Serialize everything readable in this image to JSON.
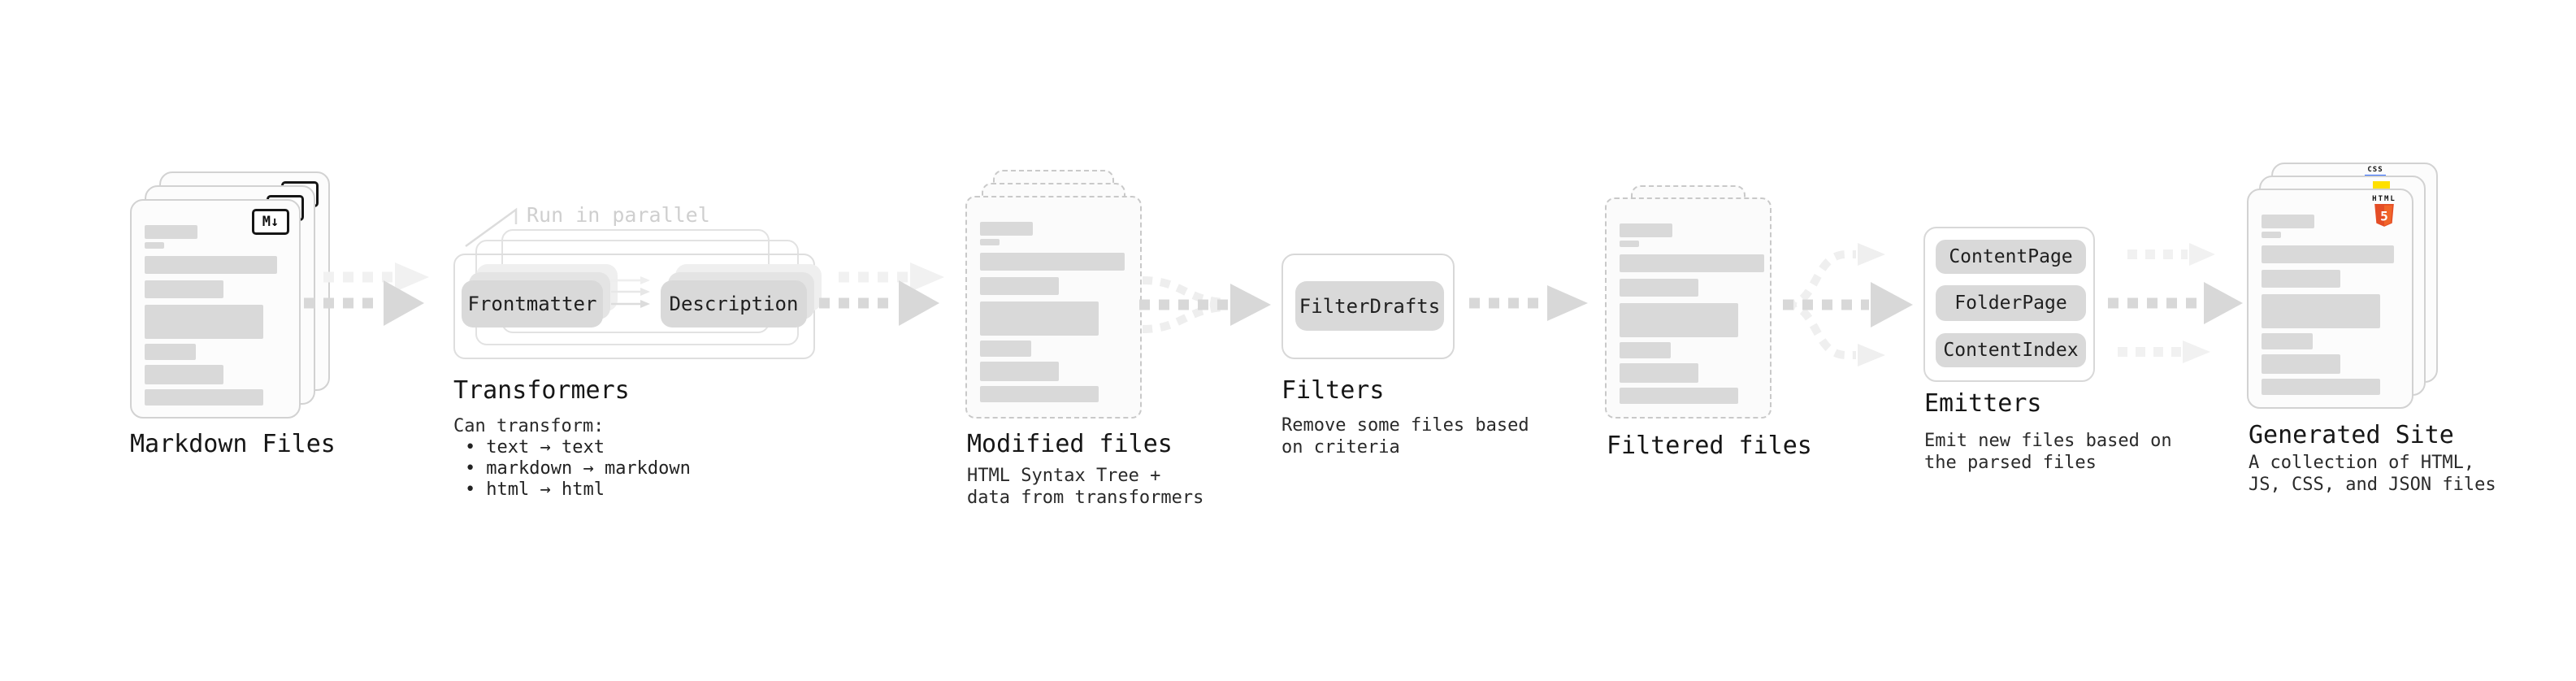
{
  "diagram": {
    "markdown_files": {
      "label": "Markdown Files",
      "badge": "M↓"
    },
    "transformers": {
      "annotation": "Run in parallel",
      "pill_left": "Frontmatter",
      "pill_right": "Description",
      "title": "Transformers",
      "intro": "Can transform:",
      "bullet_char": "•",
      "bullets": [
        "text → text",
        "markdown → markdown",
        "html → html"
      ]
    },
    "modified_files": {
      "title": "Modified files",
      "subtitle": [
        "HTML Syntax Tree +",
        "data from transformers"
      ]
    },
    "filters": {
      "pill": "FilterDrafts",
      "title": "Filters",
      "subtitle": [
        "Remove some files based",
        "on criteria"
      ]
    },
    "filtered_files": {
      "title": "Filtered files"
    },
    "emitters": {
      "pills": [
        "ContentPage",
        "FolderPage",
        "ContentIndex"
      ],
      "title": "Emitters",
      "subtitle": [
        "Emit new files based on",
        "the parsed files"
      ]
    },
    "generated_site": {
      "title": "Generated Site",
      "subtitle": [
        "A collection of HTML,",
        "JS, CSS, and JSON files"
      ],
      "css_badge": "CSS",
      "html_badge_label": "HTML",
      "html_badge_number": "5"
    }
  },
  "colors": {
    "background": "#ffffff",
    "card_border": "#d2d2d2",
    "dashed_border": "#c9c9c9",
    "placeholder_bar": "#d9d9d9",
    "pill": "#d9d9d9",
    "arrow_main": "#d8d8d8",
    "arrow_faint": "#f1f1f1",
    "annotation_text": "#cfcfcf",
    "html5_orange": "#e44d26",
    "js_yellow": "#ffe000",
    "css_blue": "#2f6bff"
  }
}
